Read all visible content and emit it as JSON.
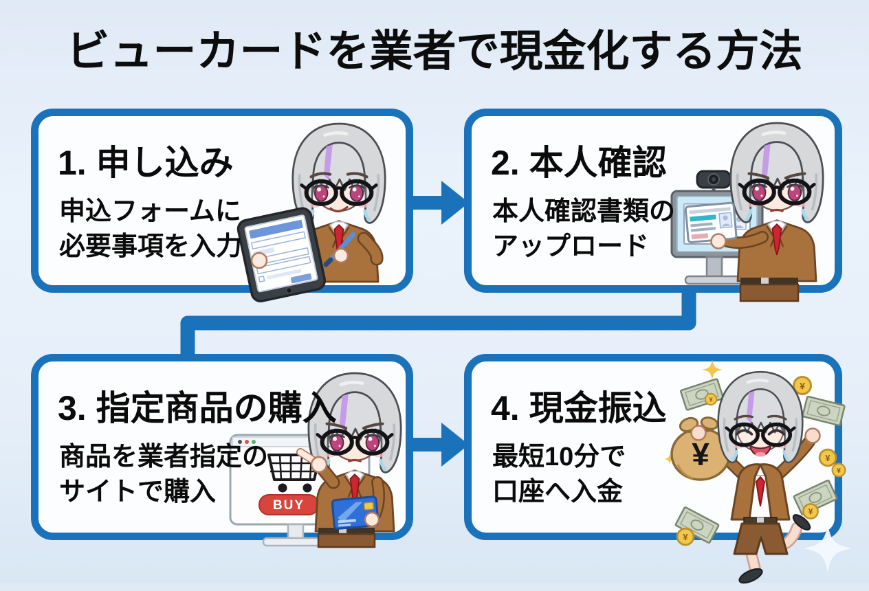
{
  "page": {
    "title": "ビューカードを業者で現金化する方法",
    "background_color": "#e7effa",
    "accent_color": "#1a72bb",
    "card_background": "#fcfdfe",
    "text_color": "#0d0d0d",
    "currency_symbol": "¥"
  },
  "steps": [
    {
      "heading": "1. 申し込み",
      "description_line1": "申込フォームに",
      "description_line2": "必要事項を入力",
      "illustration": "chibi-girl-showing-tablet-application-form",
      "icons": [
        "tablet-form-icon",
        "pen-icon"
      ]
    },
    {
      "heading": "2. 本人確認",
      "description_line1": "本人確認書類の",
      "description_line2": "アップロード",
      "illustration": "chibi-girl-holding-id-card-by-monitor-with-webcam",
      "icons": [
        "monitor-icon",
        "webcam-icon",
        "id-card-icon"
      ]
    },
    {
      "heading": "3. 指定商品の購入",
      "description_line1": "商品を業者指定の",
      "description_line2": "サイトで購入",
      "illustration": "chibi-girl-pointing-at-shopping-site",
      "buy_button_label": "BUY",
      "icons": [
        "monitor-icon",
        "shopping-cart-icon",
        "buy-button",
        "cursor-icon",
        "credit-card-icon"
      ]
    },
    {
      "heading": "4. 現金振込",
      "description_line1": "最短10分で",
      "description_line2": "口座へ入金",
      "illustration": "chibi-girl-jumping-with-money-bag",
      "icons": [
        "money-bag-icon",
        "banknote-icon",
        "coin-icon",
        "sparkle-icon"
      ]
    }
  ],
  "connectors": {
    "step1_to_step2": "right-arrow",
    "step2_to_step3": "elbow-line-down-left-down",
    "step3_to_step4": "right-arrow"
  }
}
